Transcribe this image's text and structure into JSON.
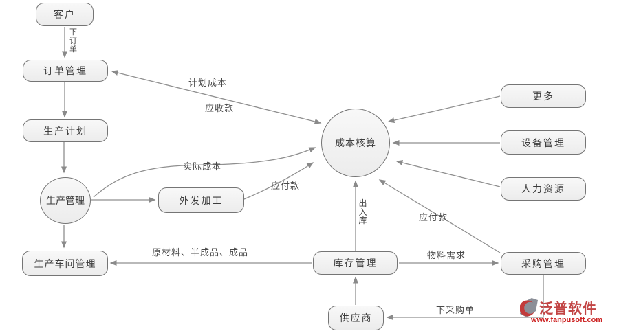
{
  "diagram": {
    "nodes": {
      "customer": {
        "label": "客户"
      },
      "order": {
        "label": "订单管理"
      },
      "plan": {
        "label": "生产计划"
      },
      "production": {
        "label": "生产管理"
      },
      "workshop": {
        "label": "生产车间管理"
      },
      "outsourcing": {
        "label": "外发加工"
      },
      "cost": {
        "label": "成本核算"
      },
      "more": {
        "label": "更多"
      },
      "equipment": {
        "label": "设备管理"
      },
      "hr": {
        "label": "人力资源"
      },
      "purchase": {
        "label": "采购管理"
      },
      "inventory": {
        "label": "库存管理"
      },
      "supplier": {
        "label": "供应商"
      }
    },
    "edge_labels": {
      "place_order": "下订单",
      "planned_cost": "计划成本",
      "receivables": "应收款",
      "actual_cost": "实际成本",
      "payables_outsource": "应付款",
      "in_out_warehouse": "出入库",
      "materials": "原材料、半成品、成品",
      "material_demand": "物料需求",
      "payables_purchase": "应付款",
      "purchase_order": "下采购单"
    },
    "colors": {
      "node_fill": "#efefef",
      "node_border": "#757575",
      "edge_stroke": "#8f8f8f",
      "logo_red": "#c24444",
      "url_red": "#cc2222"
    },
    "logo": {
      "name": "泛普软件",
      "url": "www.fanpusoft.com"
    }
  }
}
